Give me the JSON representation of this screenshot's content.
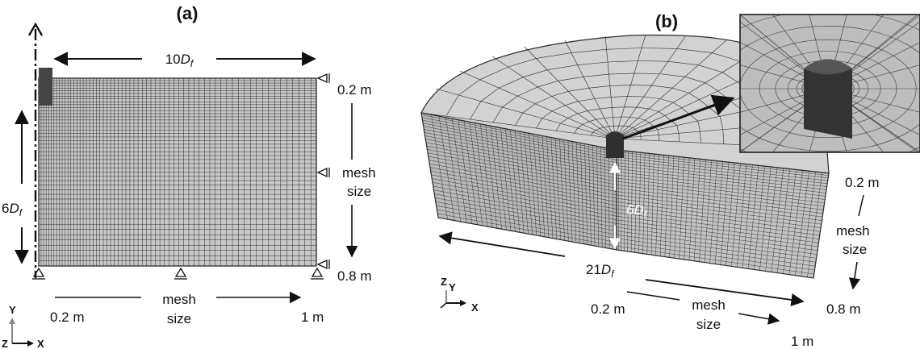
{
  "panels": {
    "a": {
      "label": "(a)",
      "width_label_coef": "10",
      "width_label_sym": "D",
      "width_label_sub": "f",
      "depth_label_coef": "6",
      "depth_label_sym": "D",
      "depth_label_sub": "f",
      "mesh_top": "0.2 m",
      "mesh_bottom": "0.8 m",
      "mesh_word": "mesh",
      "size_word": "size",
      "mesh_left": "0.2 m",
      "mesh_right": "1 m",
      "h_mesh_word": "mesh",
      "h_size_word": "size",
      "axis_y": "Y",
      "axis_z": "Z",
      "axis_x": "X"
    },
    "b": {
      "label": "(b)",
      "depth_label_coef": "6",
      "depth_label_sym": "D",
      "depth_label_sub": "f",
      "radius_label_coef": "21",
      "radius_label_sym": "D",
      "radius_label_sub": "f",
      "mesh_top": "0.2 m",
      "mesh_bottom": "0.8 m",
      "mesh_word": "mesh",
      "size_word": "size",
      "mesh_left": "0.2 m",
      "mesh_right": "1 m",
      "h_mesh_word": "mesh",
      "h_size_word": "size",
      "axis_z": "Z",
      "axis_y": "Y",
      "axis_x": "X"
    }
  },
  "colors": {
    "mesh_fill": "#c8c8c8",
    "mesh_line": "#2a2a2a",
    "pile": "#3a3a3a",
    "inset_bg": "#bdbdbd"
  }
}
